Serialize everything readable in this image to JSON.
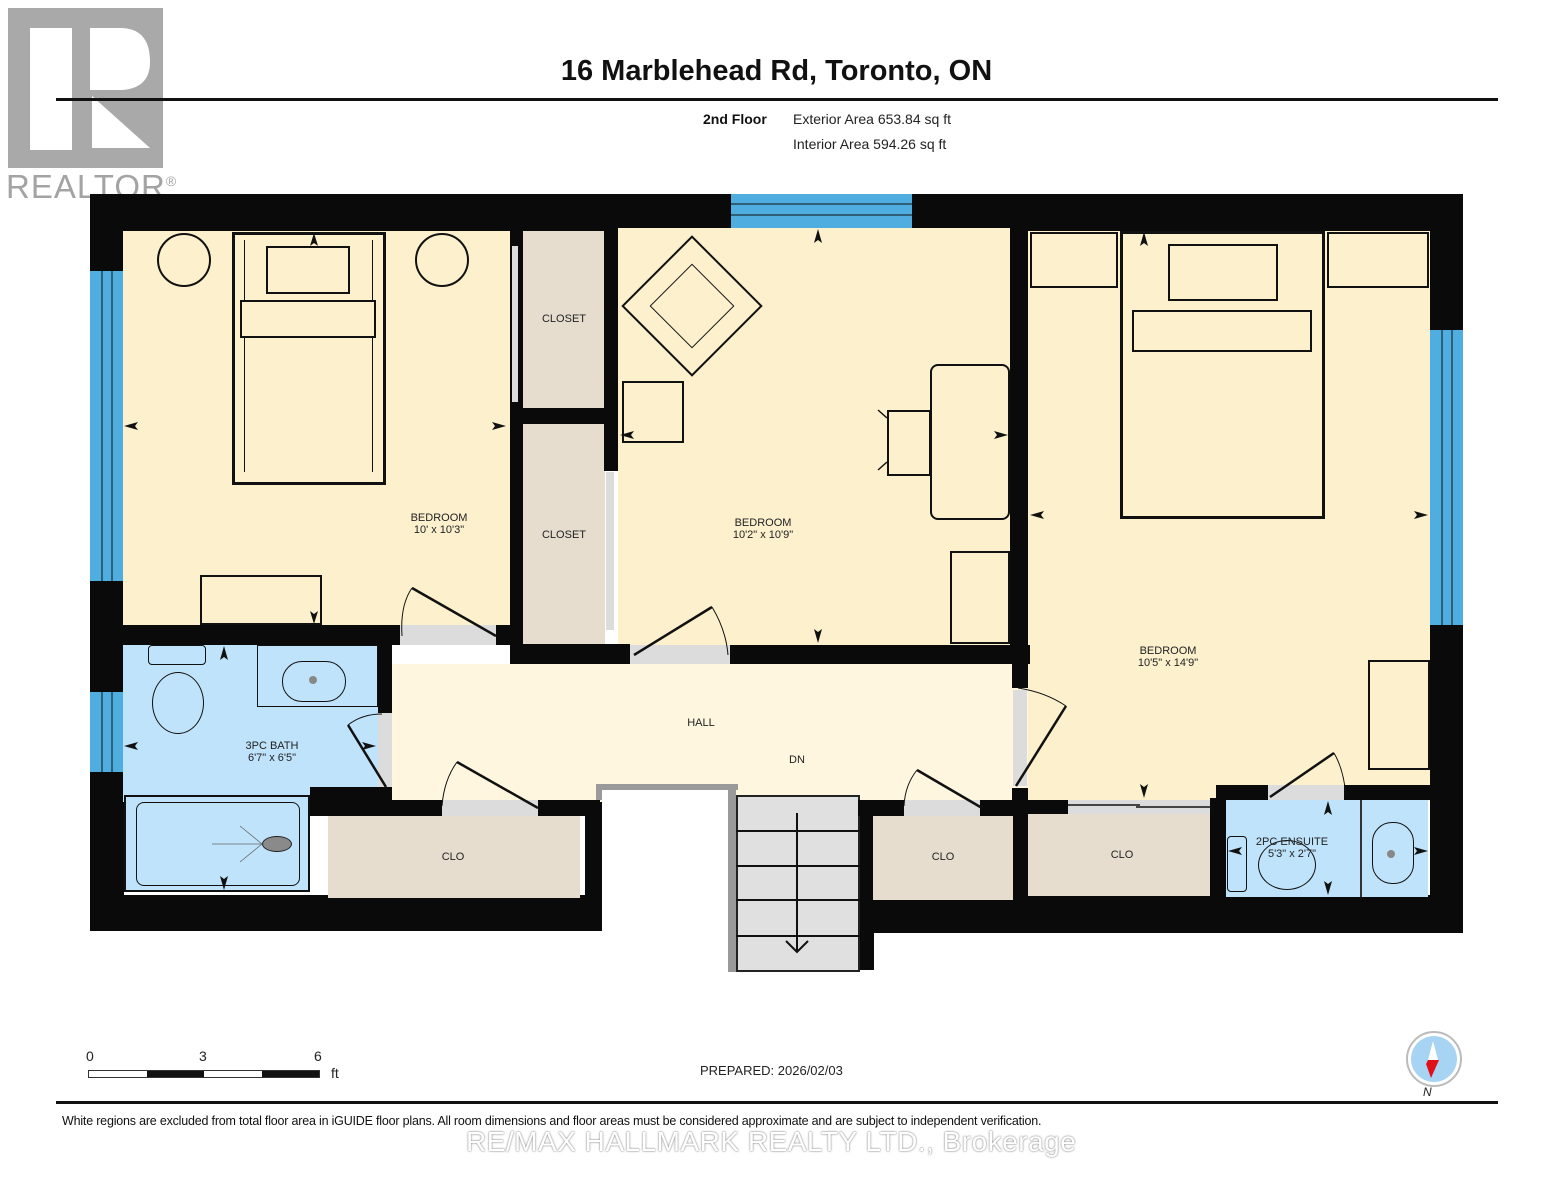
{
  "header": {
    "title": "16 Marblehead Rd, Toronto, ON",
    "floor_label": "2nd Floor",
    "exterior_area": "Exterior Area 653.84 sq ft",
    "interior_area": "Interior Area 594.26 sq ft"
  },
  "logo": {
    "brand_text": "REALTOR",
    "registered_mark": "®"
  },
  "rooms": [
    {
      "name": "BEDROOM",
      "dimensions": "10' x 10'3\""
    },
    {
      "name": "BEDROOM",
      "dimensions": "10'2\" x 10'9\""
    },
    {
      "name": "BEDROOM",
      "dimensions": "10'5\" x 14'9\""
    },
    {
      "name": "3PC BATH",
      "dimensions": "6'7\" x 6'5\""
    },
    {
      "name": "2PC ENSUITE",
      "dimensions": "5'3\" x 2'7\""
    },
    {
      "name": "HALL",
      "dimensions": ""
    }
  ],
  "closets": [
    {
      "label": "CLOSET"
    },
    {
      "label": "CLOSET"
    },
    {
      "label": "CLO"
    },
    {
      "label": "CLO"
    },
    {
      "label": "CLO"
    }
  ],
  "stairs": {
    "label": "DN"
  },
  "scale": {
    "ticks": [
      "0",
      "3",
      "6"
    ],
    "unit": "ft"
  },
  "prepared": "PREPARED: 2026/02/03",
  "compass": {
    "label": "N"
  },
  "footer": {
    "disclaimer": "White regions are excluded from total floor area in iGUIDE floor plans. All room dimensions and floor areas must be considered approximate and are subject to independent verification.",
    "brokerage": "RE/MAX HALLMARK REALTY LTD., Brokerage"
  },
  "colors": {
    "bedroom_fill": "#fdf0cd",
    "hall_fill": "#fef6de",
    "bath_fill": "#bfe3fb",
    "closet_fill": "#e6ddcf",
    "window": "#4fade0",
    "wall": "#0a0a0a",
    "compass_needle": "#e0101a"
  }
}
